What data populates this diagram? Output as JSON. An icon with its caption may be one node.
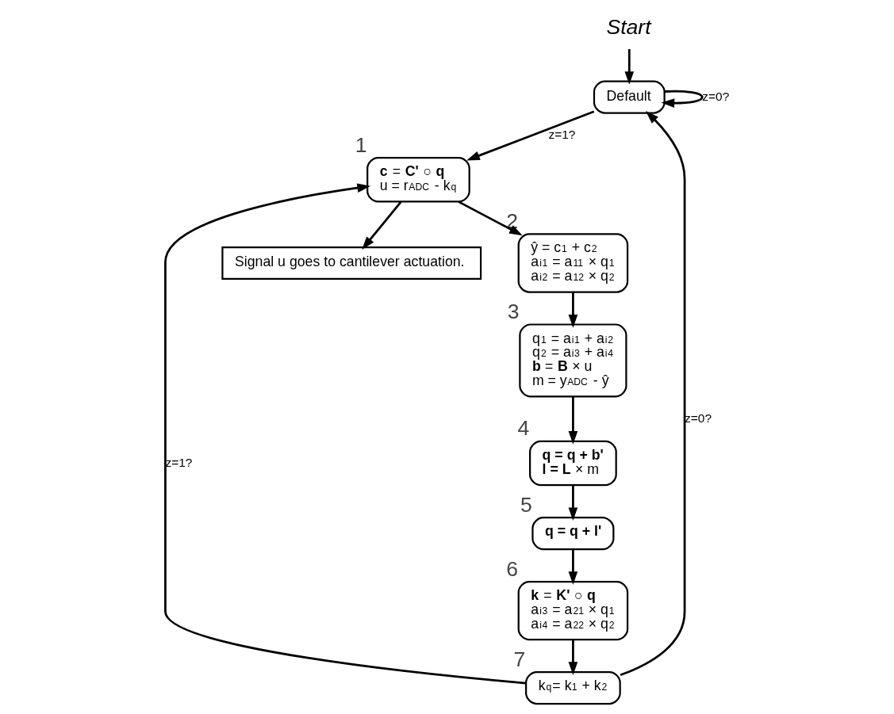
{
  "diagram": {
    "nodes": [
      {
        "text": [
          "Start"
        ]
      },
      {
        "text": [
          "Default"
        ]
      },
      {
        "text": [
          "k$_{q}$= k$_{1}$ + k$_{2}$"
        ],
        "beside": [
          "7"
        ]
      },
      {
        "text": [
          "**c** = **C'** ○ **q**",
          "u = r$_{ADC}$ - k$_{q}$"
        ],
        "beside": [
          "1"
        ]
      },
      {
        "text": [
          "Signal u goes to cantilever actuation."
        ]
      },
      {
        "text": [
          "ŷ = c$_{1}$ + c$_{2}$",
          "a$^{i}$$_{1}$ = a$_{11}$ × q$_{1}$",
          "a$^{i}$$_{2}$ = a$_{12}$ × q$_{2}$"
        ],
        "beside": [
          "2"
        ]
      },
      {
        "text": [
          "q$_{1}$ = a$^{i}$$_{1}$ + a$^{i}$$_{2}$",
          "q$_{2}$ = a$^{i}$$_{3}$ + a$^{i}$$_{4}$",
          "**b** = **B** × u",
          "m = y$_{ADC}$ - ŷ"
        ],
        "beside": [
          "3"
        ]
      },
      {
        "text": [
          "**q = q + b'**",
          "**l = L** × m"
        ],
        "beside": [
          "4"
        ]
      },
      {
        "text": [
          "q = q + l'"
        ],
        "beside": [
          "5"
        ]
      },
      {
        "text": [
          "**k** = **K'** ○ **q**",
          "a$^{i}$$_{3}$ = a$_{21}$ × q$_{1}$",
          "a$^{i}$$_{4}$ = a$_{22}$ × q$_{2}$"
        ],
        "beside": [
          "6"
        ]
      }
    ],
    "edges": [
      {
        "from": 0,
        "to": 1,
        "arrow": "to"
      },
      {
        "from": 1,
        "to": 1,
        "arrow": "to",
        "label": "z=0?"
      },
      {
        "from": 1,
        "to": 3,
        "arrow": "to",
        "label": "z=1?"
      },
      {
        "from": 2,
        "to": 1,
        "arrow": "to",
        "label": "z=0?"
      },
      {
        "from": 2,
        "to": 3,
        "arrow": "to",
        "label": "z=1?"
      },
      {
        "from": 3,
        "to": 5,
        "arrow": "to"
      },
      {
        "from": 3,
        "to": 4,
        "arrow": "to"
      },
      {
        "from": 5,
        "to": 6,
        "arrow": "to"
      },
      {
        "from": 6,
        "to": 7,
        "arrow": "to"
      },
      {
        "from": 7,
        "to": 8,
        "arrow": "to"
      },
      {
        "from": 8,
        "to": 9,
        "arrow": "to"
      },
      {
        "from": 9,
        "to": 2,
        "arrow": "to"
      }
    ]
  }
}
